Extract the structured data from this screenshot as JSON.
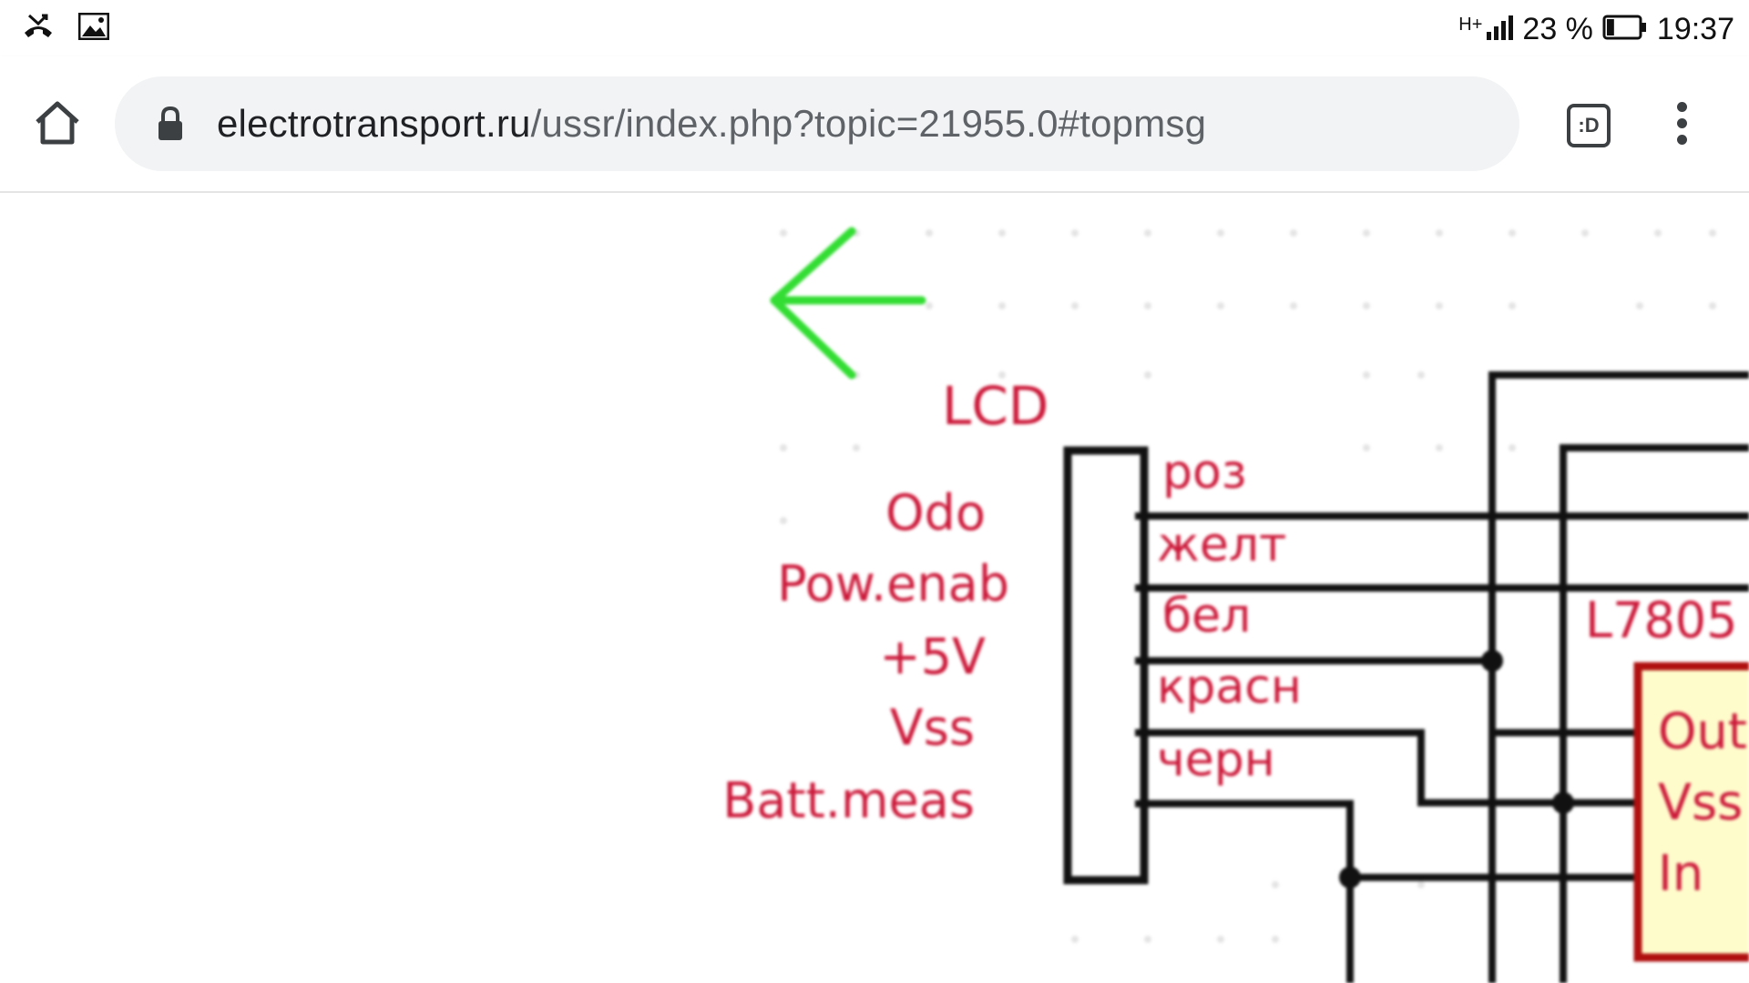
{
  "status_bar": {
    "notification_icons": [
      "missed-call-icon",
      "image-icon"
    ],
    "network_type": "H+",
    "battery_percent": "23 %",
    "battery_level": 0.23,
    "time": "19:37"
  },
  "toolbar": {
    "url_host": "electrotransport.ru",
    "url_path": "/ussr/index.php?topic=21955.0#topmsg",
    "tab_switcher_label": ":D"
  },
  "schematic": {
    "connector_title": "LCD",
    "pin_labels": [
      "Odo",
      "Pow.enab",
      "+5V",
      "Vss",
      "Batt.meas"
    ],
    "wire_colors": [
      "роз",
      "желт",
      "бел",
      "красн",
      "черн"
    ],
    "regulator_name": "L7805",
    "regulator_pins": [
      "Out",
      "Vss",
      "In"
    ],
    "colors": {
      "arrow": "#33dd33",
      "text": "#cc1a3a",
      "wires": "#111111",
      "regulator_fill": "#fffccc",
      "regulator_border": "#b01010"
    }
  }
}
